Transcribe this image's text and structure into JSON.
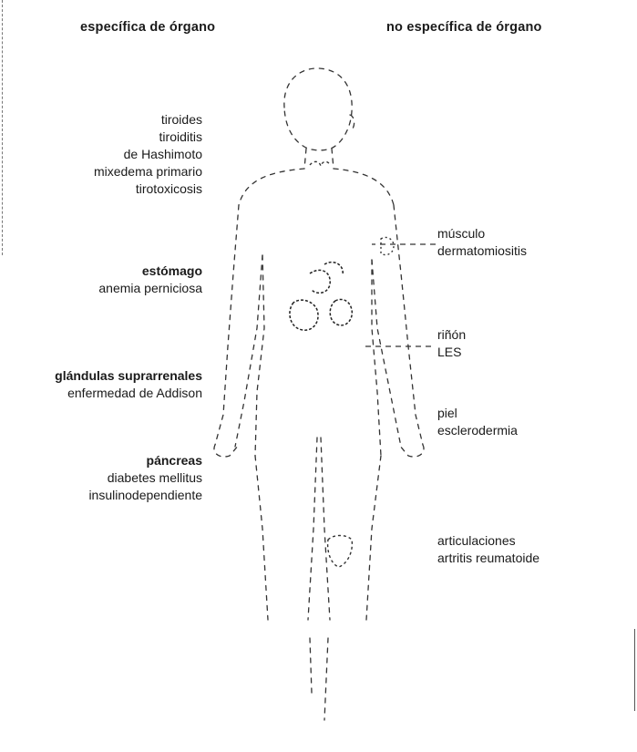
{
  "headers": {
    "left": "específica de órgano",
    "right": "no específica de órgano"
  },
  "left_groups": [
    {
      "organ": "tiroides",
      "lines": [
        "tiroiditis",
        "de Hashimoto",
        "mixedema primario",
        "tirotoxicosis"
      ]
    },
    {
      "organ": "estómago",
      "lines": [
        "anemia perniciosa"
      ]
    },
    {
      "organ": "glándulas suprarrenales",
      "lines": [
        "enfermedad de Addison"
      ]
    },
    {
      "organ": "páncreas",
      "lines": [
        "diabetes mellitus",
        "insulinodependiente"
      ]
    }
  ],
  "right_groups": [
    {
      "organ": "músculo",
      "lines": [
        "dermatomiositis"
      ]
    },
    {
      "organ": "riñón",
      "lines": [
        "LES"
      ]
    },
    {
      "organ": "piel",
      "lines": [
        "esclerodermia"
      ]
    },
    {
      "organ": "articulaciones",
      "lines": [
        "artritis reumatoide"
      ]
    }
  ]
}
